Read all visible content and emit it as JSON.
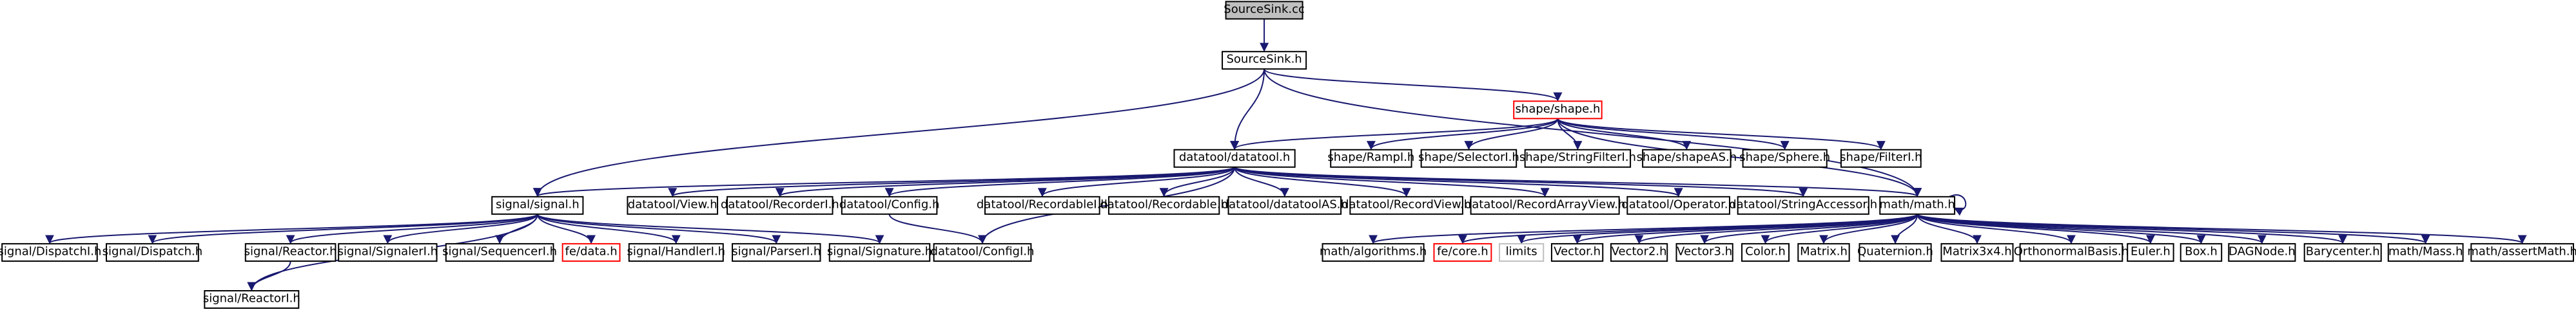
{
  "graph": {
    "colors": {
      "edge": "#191970",
      "node_border": "#000000",
      "node_fill": "#ffffff",
      "root_fill": "#bfbfbf",
      "missing_border": "#ff0000",
      "external_border": "#bfbfbf",
      "external_text": "#8c8c8c"
    },
    "nodes": [
      {
        "id": "sourcesink_cc",
        "label": "SourceSink.cc",
        "kind": "root"
      },
      {
        "id": "sourcesink_h",
        "label": "SourceSink.h",
        "kind": "normal"
      },
      {
        "id": "shape_h",
        "label": "shape/shape.h",
        "kind": "missing"
      },
      {
        "id": "datatool_h",
        "label": "datatool/datatool.h",
        "kind": "normal"
      },
      {
        "id": "rampi_h",
        "label": "shape/RampI.h",
        "kind": "normal"
      },
      {
        "id": "selectori_h",
        "label": "shape/SelectorI.h",
        "kind": "normal"
      },
      {
        "id": "stringfilteri_h",
        "label": "shape/StringFilterI.h",
        "kind": "normal"
      },
      {
        "id": "shapeas_h",
        "label": "shape/shapeAS.h",
        "kind": "normal"
      },
      {
        "id": "sphere_h",
        "label": "shape/Sphere.h",
        "kind": "normal"
      },
      {
        "id": "filteri_h",
        "label": "shape/FilterI.h",
        "kind": "normal"
      },
      {
        "id": "signal_h",
        "label": "signal/signal.h",
        "kind": "normal"
      },
      {
        "id": "view_h",
        "label": "datatool/View.h",
        "kind": "normal"
      },
      {
        "id": "recorderi_h",
        "label": "datatool/RecorderI.h",
        "kind": "normal"
      },
      {
        "id": "config_h",
        "label": "datatool/Config.h",
        "kind": "normal"
      },
      {
        "id": "recordablei_h",
        "label": "datatool/RecordableI.h",
        "kind": "normal"
      },
      {
        "id": "recordable_h",
        "label": "datatool/Recordable.h",
        "kind": "normal"
      },
      {
        "id": "datatoolas_h",
        "label": "datatool/datatoolAS.h",
        "kind": "normal"
      },
      {
        "id": "recordview_h",
        "label": "datatool/RecordView.h",
        "kind": "normal"
      },
      {
        "id": "recordarrayview_h",
        "label": "datatool/RecordArrayView.h",
        "kind": "normal"
      },
      {
        "id": "operator_h",
        "label": "datatool/Operator.h",
        "kind": "normal"
      },
      {
        "id": "stringaccessor_h",
        "label": "datatool/StringAccessor.h",
        "kind": "normal"
      },
      {
        "id": "math_h",
        "label": "math/math.h",
        "kind": "normal"
      },
      {
        "id": "dispatchi_h",
        "label": "signal/DispatchI.h",
        "kind": "normal"
      },
      {
        "id": "dispatch_h",
        "label": "signal/Dispatch.h",
        "kind": "normal"
      },
      {
        "id": "reactor_h",
        "label": "signal/Reactor.h",
        "kind": "normal"
      },
      {
        "id": "signaleri_h",
        "label": "signal/SignalerI.h",
        "kind": "normal"
      },
      {
        "id": "sequenceri_h",
        "label": "signal/SequencerI.h",
        "kind": "normal"
      },
      {
        "id": "fe_data_h",
        "label": "fe/data.h",
        "kind": "missing"
      },
      {
        "id": "handleri_h",
        "label": "signal/HandlerI.h",
        "kind": "normal"
      },
      {
        "id": "parseri_h",
        "label": "signal/ParserI.h",
        "kind": "normal"
      },
      {
        "id": "signature_h",
        "label": "signal/Signature.h",
        "kind": "normal"
      },
      {
        "id": "configi_h",
        "label": "datatool/ConfigI.h",
        "kind": "normal"
      },
      {
        "id": "reactori_h",
        "label": "signal/ReactorI.h",
        "kind": "normal"
      },
      {
        "id": "algorithms_h",
        "label": "math/algorithms.h",
        "kind": "normal"
      },
      {
        "id": "fe_core_h",
        "label": "fe/core.h",
        "kind": "missing"
      },
      {
        "id": "limits",
        "label": "limits",
        "kind": "external"
      },
      {
        "id": "vector_h",
        "label": "Vector.h",
        "kind": "normal"
      },
      {
        "id": "vector2_h",
        "label": "Vector2.h",
        "kind": "normal"
      },
      {
        "id": "vector3_h",
        "label": "Vector3.h",
        "kind": "normal"
      },
      {
        "id": "color_h",
        "label": "Color.h",
        "kind": "normal"
      },
      {
        "id": "matrix_h",
        "label": "Matrix.h",
        "kind": "normal"
      },
      {
        "id": "quaternion_h",
        "label": "Quaternion.h",
        "kind": "normal"
      },
      {
        "id": "matrix3x4_h",
        "label": "Matrix3x4.h",
        "kind": "normal"
      },
      {
        "id": "orthonormalbasis_h",
        "label": "OrthonormalBasis.h",
        "kind": "normal"
      },
      {
        "id": "euler_h",
        "label": "Euler.h",
        "kind": "normal"
      },
      {
        "id": "box_h",
        "label": "Box.h",
        "kind": "normal"
      },
      {
        "id": "dagnode_h",
        "label": "DAGNode.h",
        "kind": "normal"
      },
      {
        "id": "barycenter_h",
        "label": "Barycenter.h",
        "kind": "normal"
      },
      {
        "id": "mass_h",
        "label": "math/Mass.h",
        "kind": "normal"
      },
      {
        "id": "assertmath_h",
        "label": "math/assertMath.h",
        "kind": "normal"
      }
    ],
    "edges": [
      [
        "sourcesink_cc",
        "sourcesink_h"
      ],
      [
        "sourcesink_h",
        "datatool_h"
      ],
      [
        "sourcesink_h",
        "shape_h"
      ],
      [
        "sourcesink_h",
        "signal_h"
      ],
      [
        "sourcesink_h",
        "math_h"
      ],
      [
        "shape_h",
        "datatool_h"
      ],
      [
        "shape_h",
        "rampi_h"
      ],
      [
        "shape_h",
        "selectori_h"
      ],
      [
        "shape_h",
        "stringfilteri_h"
      ],
      [
        "shape_h",
        "shapeas_h"
      ],
      [
        "shape_h",
        "sphere_h"
      ],
      [
        "shape_h",
        "filteri_h"
      ],
      [
        "shape_h",
        "math_h"
      ],
      [
        "datatool_h",
        "signal_h"
      ],
      [
        "datatool_h",
        "view_h"
      ],
      [
        "datatool_h",
        "recorderi_h"
      ],
      [
        "datatool_h",
        "config_h"
      ],
      [
        "datatool_h",
        "recordablei_h"
      ],
      [
        "datatool_h",
        "recordable_h"
      ],
      [
        "datatool_h",
        "datatoolas_h"
      ],
      [
        "datatool_h",
        "recordview_h"
      ],
      [
        "datatool_h",
        "recordarrayview_h"
      ],
      [
        "datatool_h",
        "operator_h"
      ],
      [
        "datatool_h",
        "stringaccessor_h"
      ],
      [
        "datatool_h",
        "math_h"
      ],
      [
        "datatool_h",
        "configi_h"
      ],
      [
        "config_h",
        "configi_h"
      ],
      [
        "signal_h",
        "dispatchi_h"
      ],
      [
        "signal_h",
        "dispatch_h"
      ],
      [
        "signal_h",
        "reactor_h"
      ],
      [
        "signal_h",
        "signaleri_h"
      ],
      [
        "signal_h",
        "sequenceri_h"
      ],
      [
        "signal_h",
        "fe_data_h"
      ],
      [
        "signal_h",
        "handleri_h"
      ],
      [
        "signal_h",
        "parseri_h"
      ],
      [
        "signal_h",
        "signature_h"
      ],
      [
        "signal_h",
        "reactori_h"
      ],
      [
        "reactor_h",
        "reactori_h"
      ],
      [
        "math_h",
        "math_h"
      ],
      [
        "math_h",
        "algorithms_h"
      ],
      [
        "math_h",
        "fe_core_h"
      ],
      [
        "math_h",
        "limits"
      ],
      [
        "math_h",
        "vector_h"
      ],
      [
        "math_h",
        "vector2_h"
      ],
      [
        "math_h",
        "vector3_h"
      ],
      [
        "math_h",
        "color_h"
      ],
      [
        "math_h",
        "matrix_h"
      ],
      [
        "math_h",
        "quaternion_h"
      ],
      [
        "math_h",
        "matrix3x4_h"
      ],
      [
        "math_h",
        "orthonormalbasis_h"
      ],
      [
        "math_h",
        "euler_h"
      ],
      [
        "math_h",
        "box_h"
      ],
      [
        "math_h",
        "dagnode_h"
      ],
      [
        "math_h",
        "barycenter_h"
      ],
      [
        "math_h",
        "mass_h"
      ],
      [
        "math_h",
        "assertmath_h"
      ]
    ]
  }
}
